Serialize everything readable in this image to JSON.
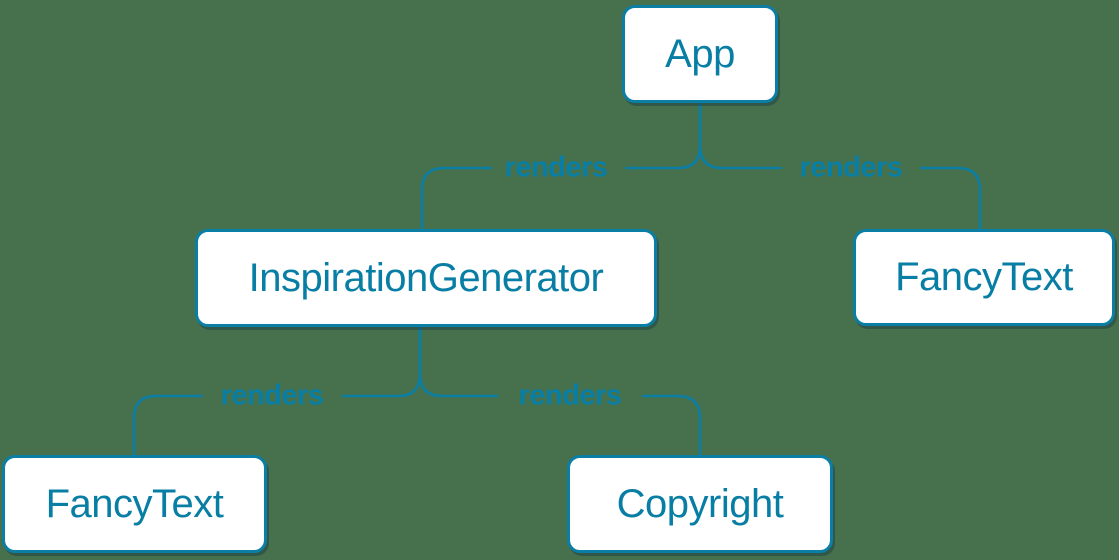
{
  "diagram": {
    "type": "tree",
    "colors": {
      "background": "#47714D",
      "accent_text": "#087EA4",
      "edge_stroke": "#0A7EA4",
      "node_border": "#0A7EA4",
      "node_fill": "#FFFFFF",
      "node_shadow": "rgba(25,55,66,0.45)"
    },
    "nodes": [
      {
        "id": "app",
        "label": "App",
        "level": 0
      },
      {
        "id": "inspiration-generator",
        "label": "InspirationGenerator",
        "level": 1
      },
      {
        "id": "fancy-text-right",
        "label": "FancyText",
        "level": 1
      },
      {
        "id": "fancy-text-left",
        "label": "FancyText",
        "level": 2
      },
      {
        "id": "copyright",
        "label": "Copyright",
        "level": 2
      }
    ],
    "edges": [
      {
        "from": "App",
        "to": "InspirationGenerator",
        "label": "renders"
      },
      {
        "from": "App",
        "to": "FancyText",
        "label": "renders"
      },
      {
        "from": "InspirationGenerator",
        "to": "FancyText",
        "label": "renders"
      },
      {
        "from": "InspirationGenerator",
        "to": "Copyright",
        "label": "renders"
      }
    ]
  }
}
